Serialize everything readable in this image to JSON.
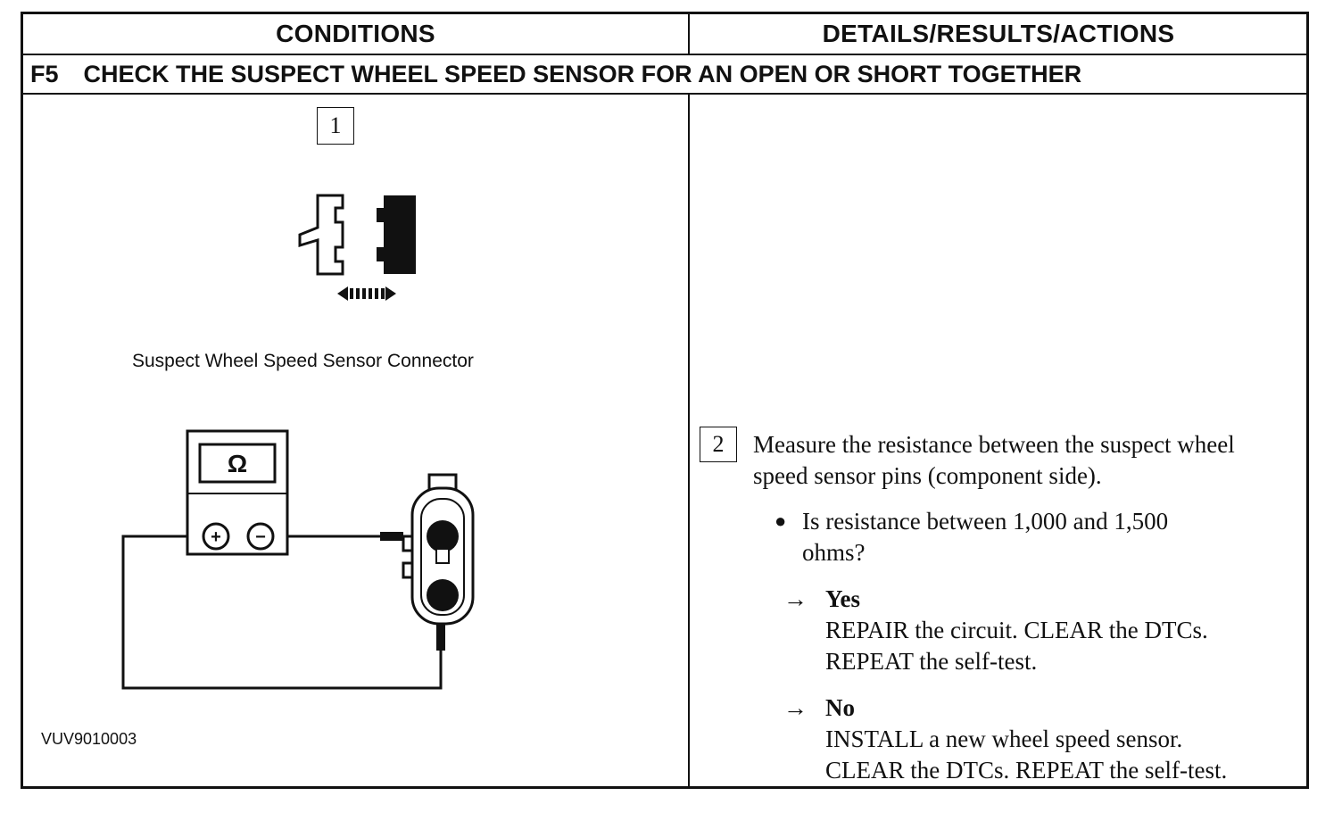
{
  "table": {
    "col_conditions": "CONDITIONS",
    "col_details": "DETAILS/RESULTS/ACTIONS",
    "step_id": "F5",
    "step_title": "CHECK THE SUSPECT WHEEL SPEED SENSOR FOR AN OPEN OR SHORT TOGETHER"
  },
  "figure": {
    "callout_1": "1",
    "connector_caption": "Suspect Wheel Speed Sensor Connector",
    "meter_symbol": "Ω",
    "plus": "+",
    "minus": "−",
    "figure_id": "VUV9010003"
  },
  "details": {
    "callout_2": "2",
    "instruction_line1": "Measure the resistance between the suspect wheel",
    "instruction_line2": "speed sensor pins (component side).",
    "question_line1": "Is resistance between 1,000 and 1,500",
    "question_line2": "ohms?",
    "arrow": "→",
    "yes_label": "Yes",
    "yes_line1": "REPAIR the circuit. CLEAR the DTCs.",
    "yes_line2": "REPEAT the self-test.",
    "no_label": "No",
    "no_line1": "INSTALL a new wheel speed sensor.",
    "no_line2": "CLEAR the DTCs. REPEAT the self-test."
  }
}
